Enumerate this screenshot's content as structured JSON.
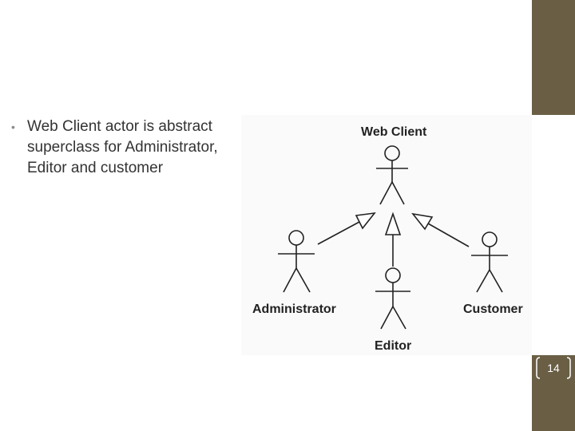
{
  "slide": {
    "bullet_text": "Web Client actor is abstract superclass for Administrator, Editor and customer",
    "page_number": "14"
  },
  "diagram": {
    "actors": {
      "web_client": "Web Client",
      "administrator": "Administrator",
      "editor": "Editor",
      "customer": "Customer"
    }
  },
  "colors": {
    "side_band": "#6a5f45",
    "text": "#333333",
    "diagram_line": "#222222"
  }
}
